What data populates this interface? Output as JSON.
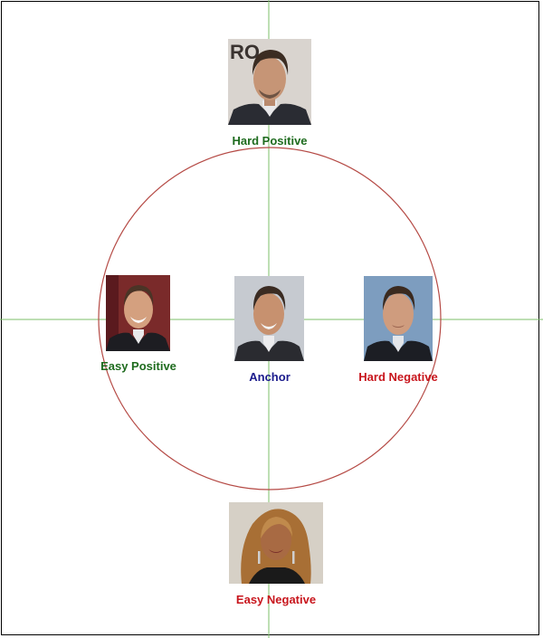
{
  "colors": {
    "positive": "#1e6b1e",
    "negative": "#c8161d",
    "anchor": "#1a1a8c",
    "axis": "#7cbf6a",
    "circle": "#b54a45",
    "border": "#000000"
  },
  "nodes": {
    "hard_positive": {
      "label": "Hard Positive",
      "image": "man-portrait-icon"
    },
    "easy_positive": {
      "label": "Easy Positive",
      "image": "man-smiling-portrait-icon"
    },
    "anchor": {
      "label": "Anchor",
      "image": "man-portrait-icon"
    },
    "hard_negative": {
      "label": "Hard Negative",
      "image": "man-portrait-icon"
    },
    "easy_negative": {
      "label": "Easy Negative",
      "image": "woman-portrait-icon"
    }
  },
  "background_text": "RO"
}
